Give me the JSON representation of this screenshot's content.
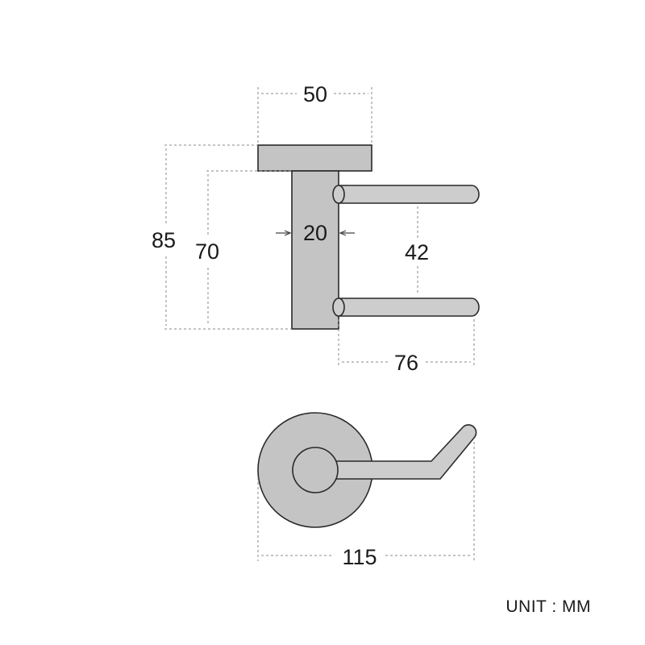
{
  "dimensions": {
    "base_width": "50",
    "total_height": "85",
    "post_height": "70",
    "post_width": "20",
    "hook_spacing": "42",
    "hook_length": "76",
    "overall_length": "115"
  },
  "unit_label": "UNIT : MM"
}
